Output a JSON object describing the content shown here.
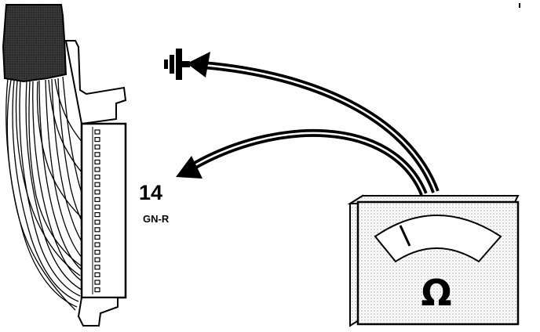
{
  "diagram": {
    "pin_number": "14",
    "wire_color": "GN-R",
    "meter_unit_symbol": "Ω",
    "ground_symbol": "ground-icon",
    "meter_symbol": "ohmmeter-icon"
  }
}
